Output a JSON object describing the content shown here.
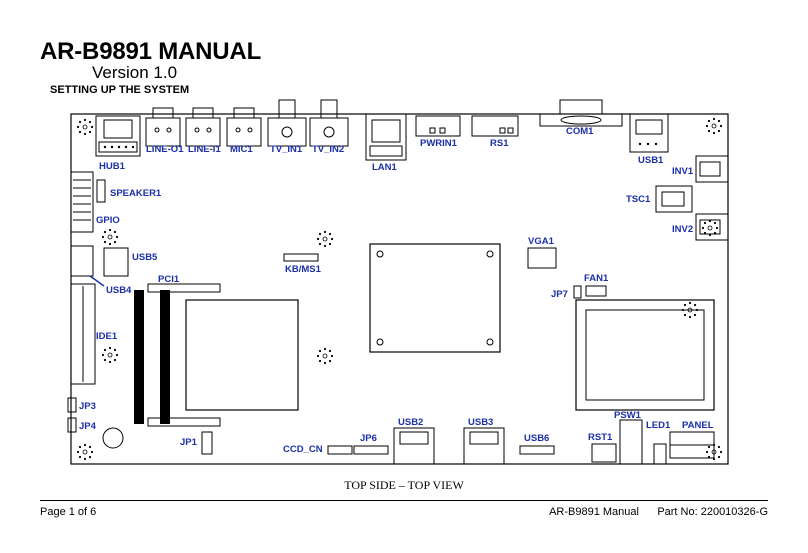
{
  "header": {
    "title": "AR-B9891 MANUAL",
    "version": "Version 1.0",
    "section": "SETTING UP THE SYSTEM"
  },
  "board": {
    "caption": "TOP SIDE – TOP VIEW",
    "label_color": "#1b2fa8",
    "labels": {
      "hub1": "HUB1",
      "line_o1": "LINE-O1",
      "line_i1": "LINE-I1",
      "mic1": "MIC1",
      "tv_in1": "TV_IN1",
      "tv_in2": "TV_IN2",
      "lan1": "LAN1",
      "pwrin1": "PWRIN1",
      "rs1": "RS1",
      "com1": "COM1",
      "usb1": "USB1",
      "inv1": "INV1",
      "tsc1": "TSC1",
      "inv2": "INV2",
      "speaker1": "SPEAKER1",
      "gpio": "GPIO",
      "usb5": "USB5",
      "usb4": "USB4",
      "kbms1": "KB/MS1",
      "vga1": "VGA1",
      "pci1": "PCI1",
      "fan1": "FAN1",
      "jp7": "JP7",
      "ide1": "IDE1",
      "jp3": "JP3",
      "jp4": "JP4",
      "jp1": "JP1",
      "ccd_cn": "CCD_CN",
      "jp6": "JP6",
      "usb2": "USB2",
      "usb3": "USB3",
      "usb6": "USB6",
      "psw1": "PSW1",
      "rst1": "RST1",
      "led1": "LED1",
      "panel": "PANEL"
    }
  },
  "footer": {
    "page": "Page 1 of 6",
    "manual": "AR-B9891 Manual",
    "part": "Part No: 220010326-G"
  }
}
